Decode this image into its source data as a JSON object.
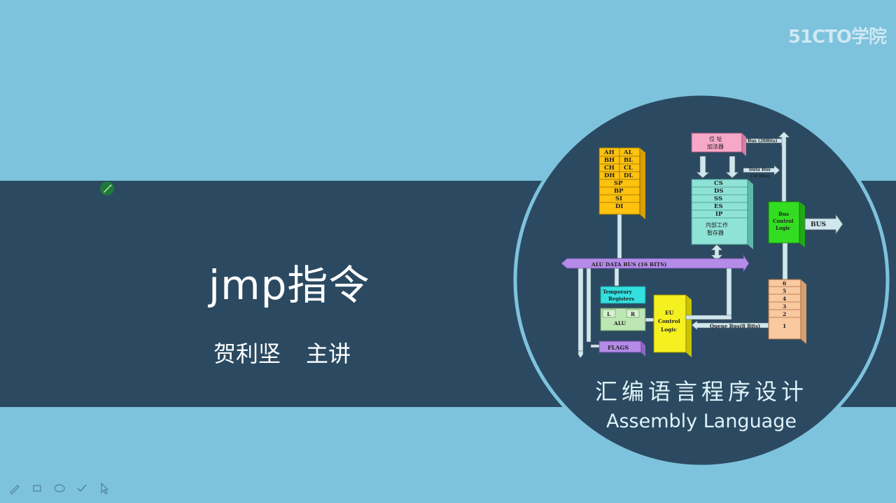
{
  "watermark": "51CTO学院",
  "slide": {
    "title": "jmp指令",
    "presenter": "贺利坚",
    "role": "主讲"
  },
  "course": {
    "title_cn": "汇编语言程序设计",
    "title_en": "Assembly Language"
  },
  "diagram": {
    "registers": [
      [
        "AH",
        "AL"
      ],
      [
        "BH",
        "BL"
      ],
      [
        "CH",
        "CL"
      ],
      [
        "DH",
        "DL"
      ]
    ],
    "pointer_registers": [
      "SP",
      "BP",
      "SI",
      "DI"
    ],
    "adder_label": [
      "位 址",
      "加法器"
    ],
    "bus_20": "Bus (20Bits)",
    "data_bus": "Data Bus",
    "data_bus_bits": "(16 Bits)",
    "segment_registers": [
      "CS",
      "DS",
      "SS",
      "ES",
      "IP"
    ],
    "internal_regs": [
      "内部工作",
      "暂存器"
    ],
    "bus_control": [
      "Bus",
      "Control",
      "Logic"
    ],
    "bus": "BUS",
    "alu_data_bus": "ALU DATA BUS (16 BITS)",
    "temp_registers": [
      "Temporary",
      "Registers"
    ],
    "alu_l": "L",
    "alu_r": "R",
    "alu": "ALU",
    "eu_control": [
      "EU",
      "Control",
      "Logic"
    ],
    "queue_bus": "Queue  Bus(8 Bits)",
    "queue_slots": [
      "6",
      "5",
      "4",
      "3",
      "2",
      "1"
    ],
    "flags": "FLAGS"
  },
  "colors": {
    "light_bg": "#7ec3de",
    "band": "#2b4a61",
    "circle": "#2b4a61",
    "registers": "#ffc20e",
    "adder": "#f7a8c8",
    "segments": "#8fe3d6",
    "bus_control": "#33dd22",
    "alu_bus": "#b48ce8",
    "temp_regs": "#33e0e0",
    "eu_control": "#f5f020",
    "queue": "#f9c9a0"
  },
  "toolbar": [
    "pen-icon",
    "eraser-icon",
    "circle-icon",
    "check-icon",
    "pointer-icon"
  ]
}
